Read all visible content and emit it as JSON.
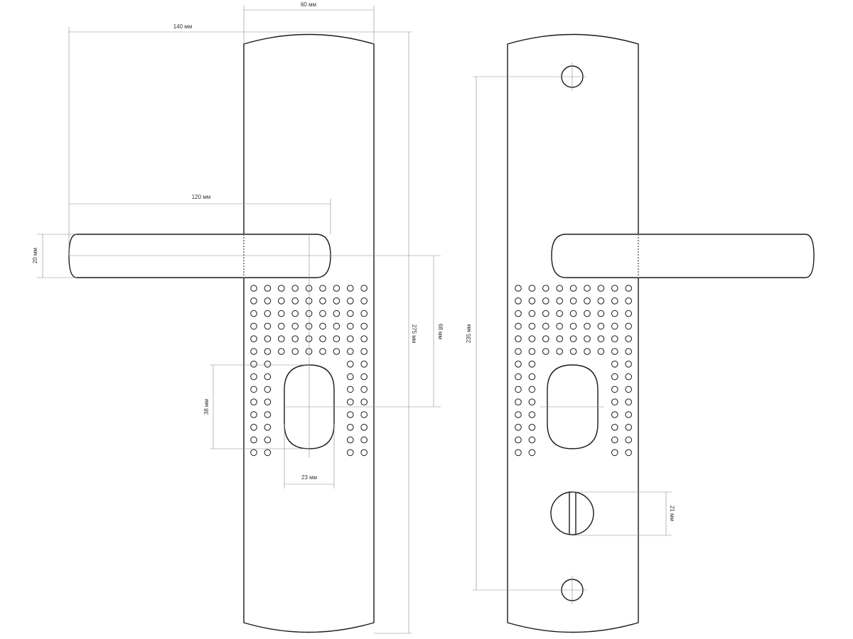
{
  "dimensions": {
    "width_60": "60 мм",
    "width_140": "140 мм",
    "width_120": "120 мм",
    "height_20": "20 мм",
    "height_275": "275 мм",
    "height_68": "68 мм",
    "height_38": "38 мм",
    "width_23": "23 мм",
    "height_235": "235 мм",
    "height_21": "21 мм"
  },
  "dot_grid": {
    "columns": 9,
    "rows": 14,
    "full_rows": 6,
    "side_columns": 2
  }
}
